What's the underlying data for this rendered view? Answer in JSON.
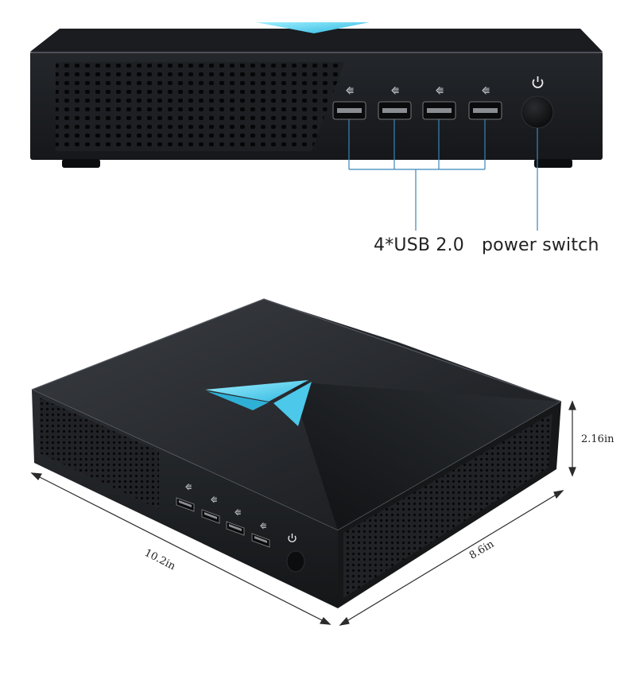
{
  "callouts": {
    "usb_label": "4*USB 2.0",
    "power_label": "power switch"
  },
  "dimensions": {
    "length": "10.2in",
    "width": "8.6in",
    "height": "2.16in"
  },
  "product": {
    "usb_port_count": 4,
    "accent_color": "#5fd3ef",
    "body_color": "#1b1d20",
    "leader_line_color": "#3a86b8"
  }
}
